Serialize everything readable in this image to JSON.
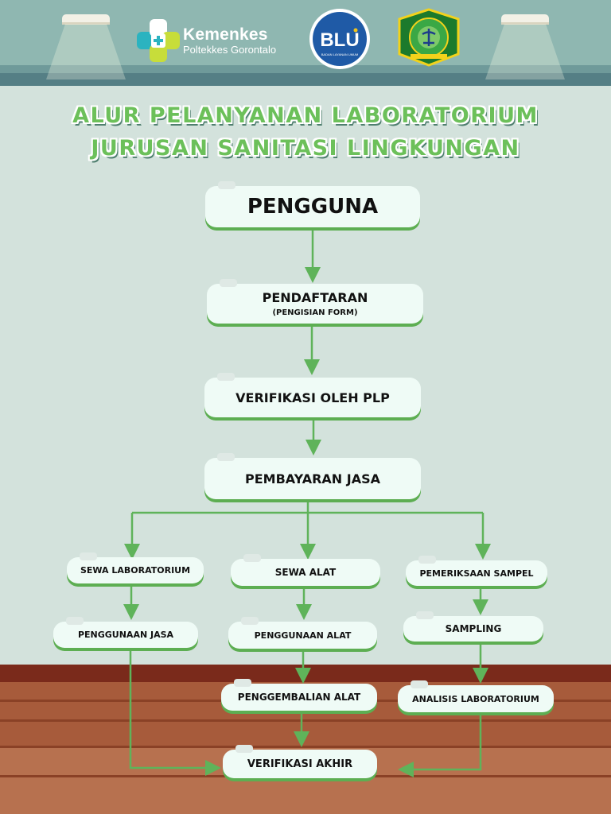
{
  "header": {
    "kemenkes_name": "Kemenkes",
    "kemenkes_sub": "Poltekkes Gorontalo",
    "blu_mark": "BLU",
    "blu_sub": "BADAN LAYANAN UMUM"
  },
  "title": {
    "line1": "ALUR PELANYANAN LABORATORIUM",
    "line2": "JURUSAN SANITASI LINGKUNGAN"
  },
  "flow": {
    "pengguna": "PENGGUNA",
    "pendaftaran": "PENDAFTARAN",
    "pendaftaran_sub": "(PENGISIAN FORM)",
    "verifikasi": "VERIFIKASI OLEH PLP",
    "pembayaran": "PEMBAYARAN JASA",
    "sewa_lab": "SEWA LABORATORIUM",
    "sewa_alat": "SEWA ALAT",
    "pemeriksaan": "PEMERIKSAAN SAMPEL",
    "penggunaan_jasa": "PENGGUNAAN JASA",
    "penggunaan_alat": "PENGGUNAAN ALAT",
    "sampling": "SAMPLING",
    "pengembalian": "PENGGEMBALIAN ALAT",
    "analisis": "ANALISIS LABORATORIUM",
    "verifikasi_akhir": "VERIFIKASI AKHIR"
  },
  "colors": {
    "accent_green": "#6cc05a",
    "arrow_green": "#5fb35a",
    "box_fill": "#effbf6",
    "background": "#d3e2dc",
    "header": "#8fb7b1",
    "floor": "#a75b3b"
  }
}
